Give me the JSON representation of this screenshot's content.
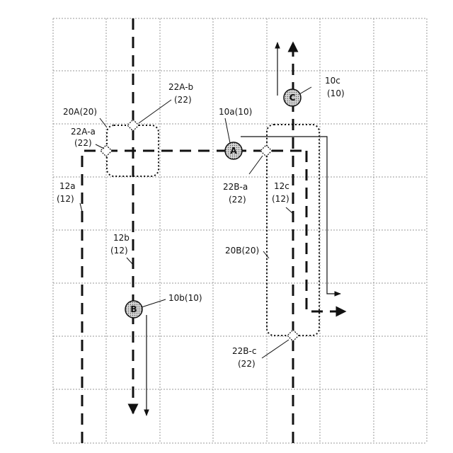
{
  "diagram": {
    "nodes": [
      {
        "id": "A",
        "letter": "A",
        "label": "10a(10)"
      },
      {
        "id": "B",
        "letter": "B",
        "label": "10b(10)"
      },
      {
        "id": "C",
        "letter": "C",
        "label_line1": "10c",
        "label_line2": "(10)"
      }
    ],
    "routes": [
      {
        "id": "12a",
        "line1": "12a",
        "line2": "(12)"
      },
      {
        "id": "12b",
        "line1": "12b",
        "line2": "(12)"
      },
      {
        "id": "12c",
        "line1": "12c",
        "line2": "(12)"
      }
    ],
    "areas": [
      {
        "id": "20A",
        "label": "20A(20)"
      },
      {
        "id": "20B",
        "label": "20B(20)"
      }
    ],
    "points": [
      {
        "id": "22A-a",
        "line1": "22A-a",
        "line2": "(22)"
      },
      {
        "id": "22A-b",
        "line1": "22A-b",
        "line2": "(22)"
      },
      {
        "id": "22B-a",
        "line1": "22B-a",
        "line2": "(22)"
      },
      {
        "id": "22B-c",
        "line1": "22B-c",
        "line2": "(22)"
      }
    ]
  }
}
